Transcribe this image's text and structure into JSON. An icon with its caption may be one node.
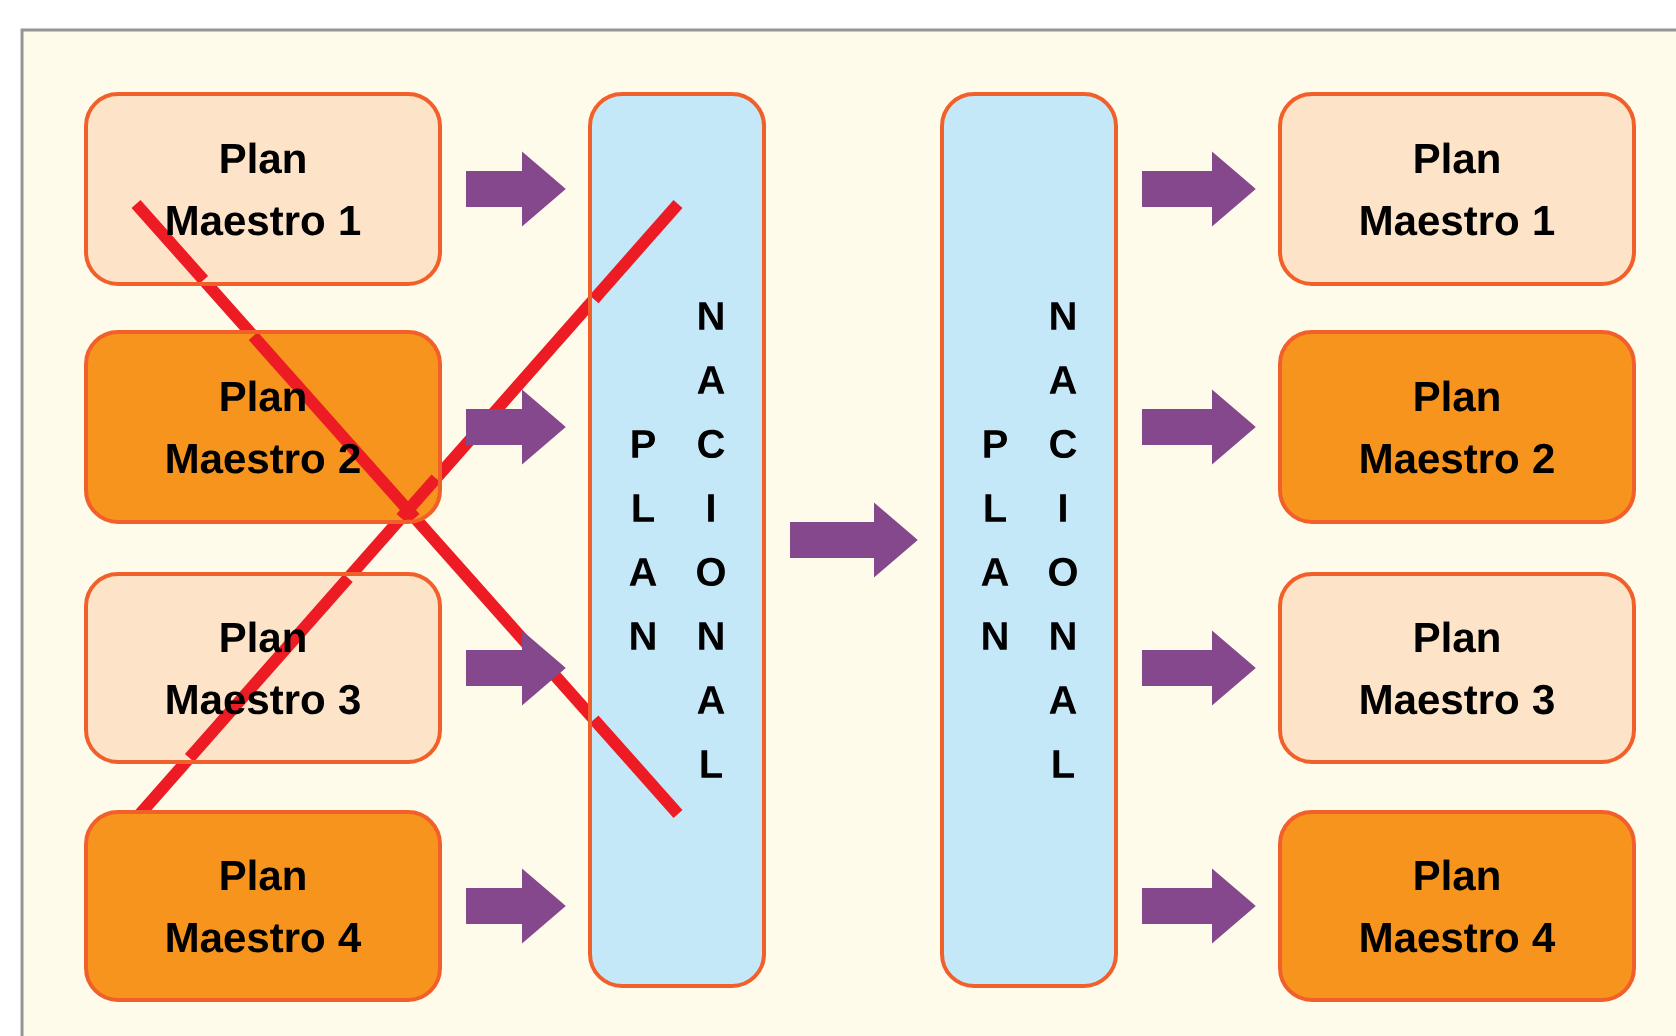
{
  "diagram": {
    "nodes": [
      {
        "text": [
          "Plan Maestro 1"
        ]
      },
      {
        "text": [
          "Plan Maestro 2"
        ]
      },
      {
        "text": [
          "Plan Maestro 3"
        ]
      },
      {
        "text": [
          "Plan Maestro 4"
        ]
      },
      {
        "text": [
          "PLAN",
          "NACIONAL"
        ]
      },
      {
        "text": [
          "PLAN",
          "NACIONAL"
        ]
      },
      {
        "text": [
          "Plan Maestro 1"
        ]
      },
      {
        "text": [
          "Plan Maestro 2"
        ]
      },
      {
        "text": [
          "Plan Maestro 3"
        ]
      },
      {
        "text": [
          "Plan Maestro 4"
        ]
      }
    ],
    "edges": [
      {
        "from": 0,
        "to": 4,
        "arrow": "to"
      },
      {
        "from": 1,
        "to": 4,
        "arrow": "to"
      },
      {
        "from": 2,
        "to": 4,
        "arrow": "to"
      },
      {
        "from": 3,
        "to": 4,
        "arrow": "to"
      },
      {
        "from": 4,
        "to": 5,
        "arrow": "to"
      },
      {
        "from": 5,
        "to": 6,
        "arrow": "to"
      },
      {
        "from": 5,
        "to": 7,
        "arrow": "to"
      },
      {
        "from": 5,
        "to": 8,
        "arrow": "to"
      },
      {
        "from": 5,
        "to": 9,
        "arrow": "to"
      }
    ]
  }
}
